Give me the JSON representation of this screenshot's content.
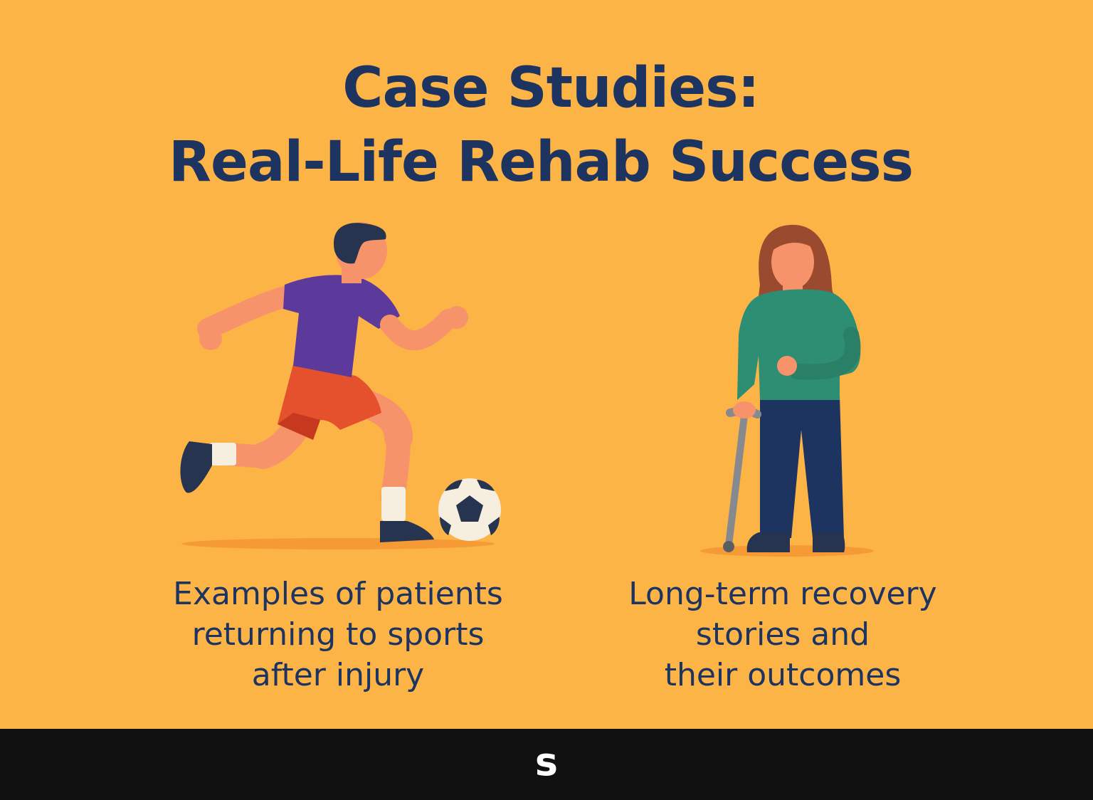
{
  "title": {
    "line1": "Case Studies:",
    "line2": "Real-Life Rehab Success"
  },
  "left_panel": {
    "illustration": "soccer-player-kicking-ball",
    "caption_lines": [
      "Examples of patients",
      "returning to sports",
      "after injury"
    ]
  },
  "right_panel": {
    "illustration": "woman-standing-with-cane",
    "caption_lines": [
      "Long-term recovery",
      "stories and",
      "their outcomes"
    ]
  },
  "footer": {
    "logo_text": "s"
  },
  "colors": {
    "background": "#FDB447",
    "text": "#1D3461",
    "footer": "#111111",
    "shirt_purple": "#5B3A9B",
    "shorts_red": "#E5502D",
    "sweater_green": "#2E8E74",
    "pants_navy": "#1D3461",
    "skin": "#F7936A",
    "hair_brown": "#9A4A2E"
  }
}
